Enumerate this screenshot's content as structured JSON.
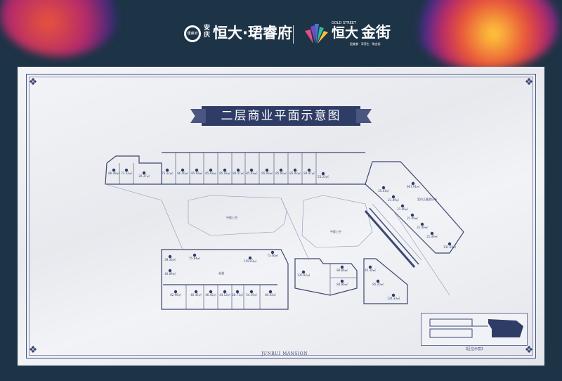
{
  "header": {
    "brand1_city": "安庆",
    "brand1_name": "恒大·珺睿府",
    "brand1_emblem": "珺睿府",
    "brand2_en": "GOLD STREET",
    "brand2_name1": "恒大",
    "brand2_name2": "金街",
    "brand2_tagline": "逛美食 · 享养生 · 购金街"
  },
  "title": "二层商业平面示意图",
  "footer_name": "JUNRUI MANSION",
  "keymap_caption": "【区位示意】",
  "areas": {
    "atrium_left": "中庭上空",
    "atrium_right": "中庭上空",
    "corridor": "走道",
    "large_unit_note": "室内儿童游乐场"
  },
  "units": [
    "86.49㎡",
    "73.32㎡",
    "30.37㎡",
    "73.32㎡",
    "86.40㎡",
    "85.93㎡",
    "85.93㎡",
    "85.93㎡",
    "84.47㎡",
    "85.93㎡",
    "85.93㎡",
    "85.93㎡",
    "85.93㎡",
    "84.47㎡",
    "23.23㎡",
    "39.33㎡",
    "40.69㎡",
    "55.94㎡",
    "129.03㎡",
    "73.06㎡",
    "82.96㎡",
    "46.45㎡",
    "46.45㎡",
    "43.13㎡",
    "28.71㎡",
    "54.19㎡",
    "84.92㎡",
    "135.92㎡",
    "84.86㎡",
    "84.86㎡",
    "45.30㎡",
    "85.20㎡",
    "124.33㎡",
    "667.91㎡",
    "25.01㎡",
    "21.49㎡",
    "21.49㎡",
    "21.49㎡",
    "21.49㎡",
    "21.49㎡",
    "131.50㎡"
  ],
  "colors": {
    "background": "#1d3346",
    "ink": "#3c4773",
    "banner": "#2f3c66"
  }
}
